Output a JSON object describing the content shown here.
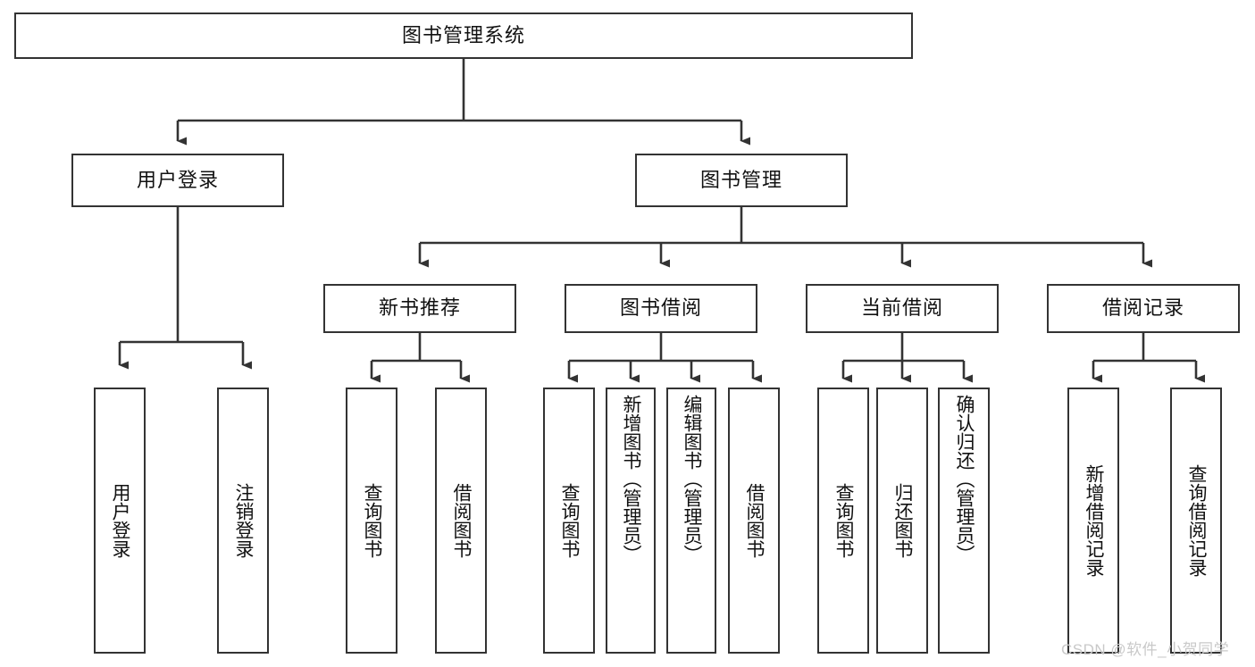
{
  "diagram": {
    "type": "tree-hierarchy-chart",
    "title": "图书管理系统",
    "line_color": "#333333",
    "box_fill": "#ffffff",
    "text_color": "#111111",
    "levels": 4,
    "root": {
      "id": "root",
      "label": "图书管理系统",
      "orientation": "horizontal"
    },
    "level2": [
      {
        "id": "user-login",
        "label": "用户登录",
        "orientation": "horizontal"
      },
      {
        "id": "book-management",
        "label": "图书管理",
        "orientation": "horizontal"
      }
    ],
    "level3": [
      {
        "id": "new-book-recommend",
        "label": "新书推荐",
        "orientation": "horizontal",
        "parent": "book-management"
      },
      {
        "id": "book-borrow",
        "label": "图书借阅",
        "orientation": "horizontal",
        "parent": "book-management"
      },
      {
        "id": "current-borrow",
        "label": "当前借阅",
        "orientation": "horizontal",
        "parent": "book-management"
      },
      {
        "id": "borrow-record",
        "label": "借阅记录",
        "orientation": "horizontal",
        "parent": "book-management"
      }
    ],
    "leaves": [
      {
        "id": "leaf-user-login",
        "label": "用户登录",
        "parent": "user-login",
        "orientation": "vertical"
      },
      {
        "id": "leaf-user-logout",
        "label": "注销登录",
        "parent": "user-login",
        "orientation": "vertical"
      },
      {
        "id": "leaf-query-book-1",
        "label": "查询图书",
        "parent": "new-book-recommend",
        "orientation": "vertical"
      },
      {
        "id": "leaf-borrow-book-1",
        "label": "借阅图书",
        "parent": "new-book-recommend",
        "orientation": "vertical"
      },
      {
        "id": "leaf-query-book-2",
        "label": "查询图书",
        "parent": "book-borrow",
        "orientation": "vertical"
      },
      {
        "id": "leaf-add-book",
        "label": "新增图书（管理员）",
        "parent": "book-borrow",
        "orientation": "vertical"
      },
      {
        "id": "leaf-edit-book",
        "label": "编辑图书（管理员）",
        "parent": "book-borrow",
        "orientation": "vertical"
      },
      {
        "id": "leaf-borrow-book-2",
        "label": "借阅图书",
        "parent": "book-borrow",
        "orientation": "vertical"
      },
      {
        "id": "leaf-query-book-3",
        "label": "查询图书",
        "parent": "current-borrow",
        "orientation": "vertical"
      },
      {
        "id": "leaf-return-book",
        "label": "归还图书",
        "parent": "current-borrow",
        "orientation": "vertical"
      },
      {
        "id": "leaf-confirm-return",
        "label": "确认归还（管理员）",
        "parent": "current-borrow",
        "orientation": "vertical"
      },
      {
        "id": "leaf-add-record",
        "label": "新增借阅记录",
        "parent": "borrow-record",
        "orientation": "vertical"
      },
      {
        "id": "leaf-query-record",
        "label": "查询借阅记录",
        "parent": "borrow-record",
        "orientation": "vertical"
      }
    ]
  },
  "watermark": {
    "text": "CSDN @软件_小贺同学"
  }
}
